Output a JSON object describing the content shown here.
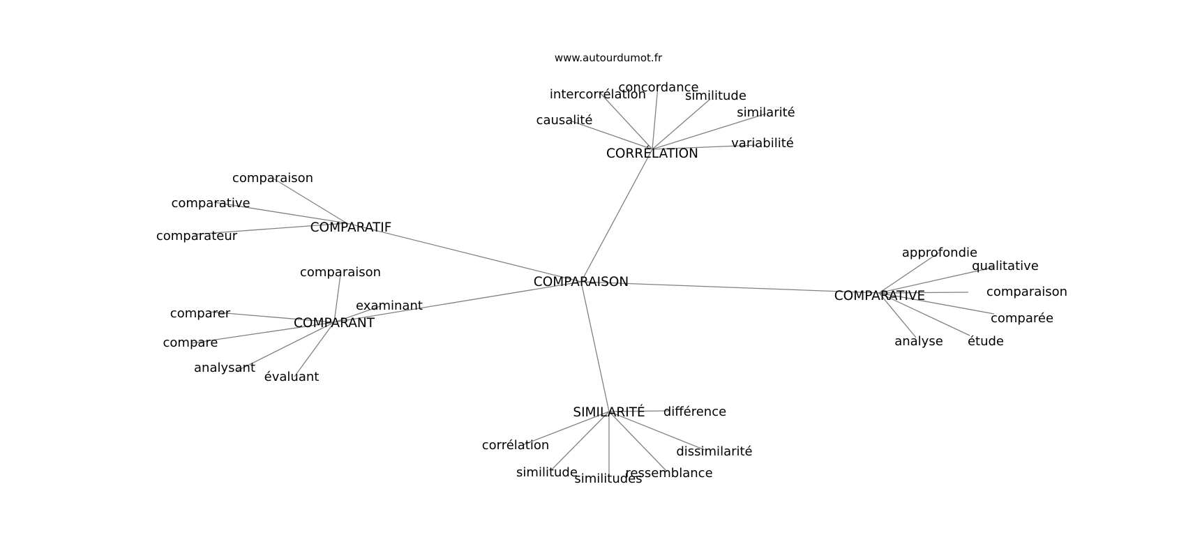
{
  "watermark": "www.autourdumot.fr",
  "root": "COMPARAISON",
  "hubs": [
    {
      "id": "correlation",
      "label": "CORRÉLATION",
      "children": [
        "intercorrélation",
        "concordance",
        "similitude",
        "causalité",
        "similarité",
        "variabilité"
      ]
    },
    {
      "id": "comparatif",
      "label": "COMPARATIF",
      "children": [
        "comparaison",
        "comparative",
        "comparateur"
      ]
    },
    {
      "id": "comparant",
      "label": "COMPARANT",
      "children": [
        "comparaison",
        "examinant",
        "comparer",
        "compare",
        "analysant",
        "évaluant"
      ]
    },
    {
      "id": "comparative",
      "label": "COMPARATIVE",
      "children": [
        "approfondie",
        "qualitative",
        "comparaison",
        "comparée",
        "analyse",
        "étude"
      ]
    },
    {
      "id": "similarite",
      "label": "SIMILARITÉ",
      "children": [
        "différence",
        "corrélation",
        "dissimilarité",
        "similitude",
        "similitudes",
        "ressemblance"
      ]
    }
  ]
}
